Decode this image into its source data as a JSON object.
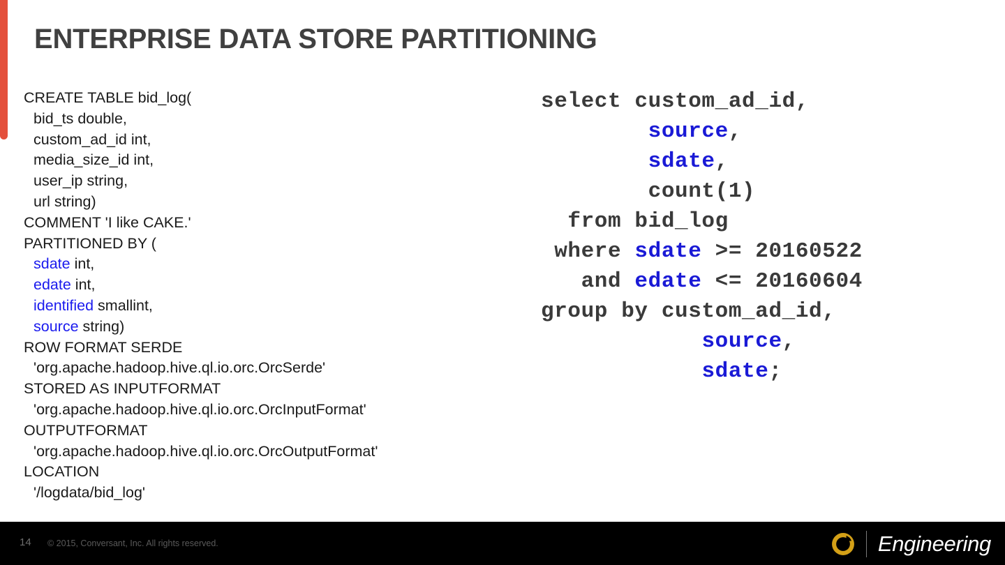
{
  "slide": {
    "title": "Enterprise Data Store Partitioning",
    "accent_color": "#e4503c",
    "highlight_color": "#1a1aee",
    "title_color": "#404040"
  },
  "ddl": {
    "lines": [
      {
        "indent": false,
        "text": "CREATE TABLE bid_log("
      },
      {
        "indent": true,
        "text": "bid_ts double,"
      },
      {
        "indent": true,
        "text": "custom_ad_id int,"
      },
      {
        "indent": true,
        "text": "media_size_id int,"
      },
      {
        "indent": true,
        "text": "user_ip string,"
      },
      {
        "indent": true,
        "text": "url string)"
      },
      {
        "indent": false,
        "text": "COMMENT 'I like CAKE.'"
      },
      {
        "indent": false,
        "text": "PARTITIONED BY ("
      },
      {
        "indent": true,
        "highlight": "sdate",
        "text": " int,"
      },
      {
        "indent": true,
        "highlight": "edate",
        "text": " int,"
      },
      {
        "indent": true,
        "highlight": "identified",
        "text": " smallint,"
      },
      {
        "indent": true,
        "highlight": "source",
        "text": " string)"
      },
      {
        "indent": false,
        "text": "ROW FORMAT SERDE"
      },
      {
        "indent": true,
        "text": "'org.apache.hadoop.hive.ql.io.orc.OrcSerde'"
      },
      {
        "indent": false,
        "text": "STORED AS INPUTFORMAT"
      },
      {
        "indent": true,
        "text": "'org.apache.hadoop.hive.ql.io.orc.OrcInputFormat'"
      },
      {
        "indent": false,
        "text": "OUTPUTFORMAT"
      },
      {
        "indent": true,
        "text": "'org.apache.hadoop.hive.ql.io.orc.OrcOutputFormat'"
      },
      {
        "indent": false,
        "text": "LOCATION"
      },
      {
        "indent": true,
        "text": "'/logdata/bid_log'"
      }
    ]
  },
  "sql": {
    "lines": [
      [
        {
          "t": "select custom_ad_id,"
        }
      ],
      [
        {
          "t": "        "
        },
        {
          "t": "source",
          "blue": true
        },
        {
          "t": ","
        }
      ],
      [
        {
          "t": "        "
        },
        {
          "t": "sdate",
          "blue": true
        },
        {
          "t": ","
        }
      ],
      [
        {
          "t": "        count(1)"
        }
      ],
      [
        {
          "t": "  from bid_log"
        }
      ],
      [
        {
          "t": " where "
        },
        {
          "t": "sdate",
          "blue": true
        },
        {
          "t": " >= 20160522"
        }
      ],
      [
        {
          "t": "   and "
        },
        {
          "t": "edate",
          "blue": true
        },
        {
          "t": " <= 20160604"
        }
      ],
      [
        {
          "t": "group by custom_ad_id,"
        }
      ],
      [
        {
          "t": "            "
        },
        {
          "t": "source",
          "blue": true
        },
        {
          "t": ","
        }
      ],
      [
        {
          "t": "            "
        },
        {
          "t": "sdate",
          "blue": true
        },
        {
          "t": ";"
        }
      ]
    ]
  },
  "footer": {
    "page_number": "14",
    "copyright": "© 2015, Conversant, Inc. All rights reserved.",
    "brand_word": "Engineering",
    "brand_mark_color": "#d4a017",
    "background": "#000000"
  }
}
